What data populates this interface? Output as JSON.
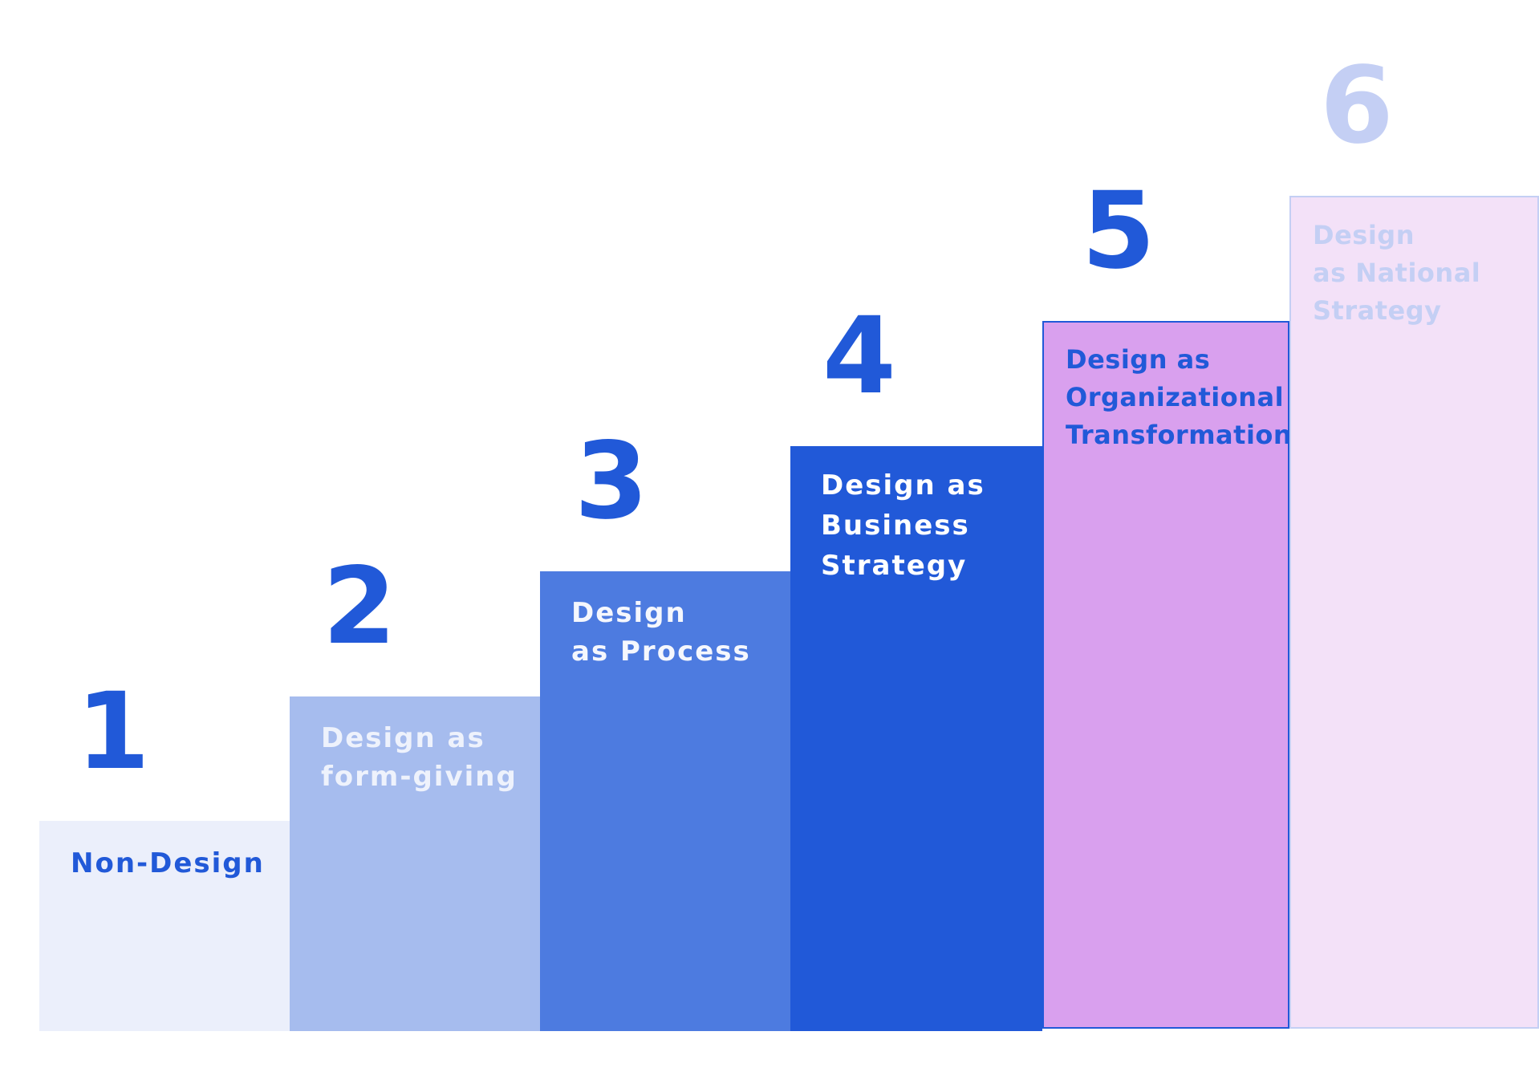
{
  "steps": [
    {
      "number": "1",
      "label": "Non-Design",
      "fill": "#ebeffb",
      "number_color": "#2159d8",
      "label_color": "#2159d8"
    },
    {
      "number": "2",
      "label": "Design as\nform-giving",
      "fill": "#a6bcee",
      "number_color": "#2159d8",
      "label_color": "#eef2fc"
    },
    {
      "number": "3",
      "label": "Design\nas Process",
      "fill": "#4d7be0",
      "number_color": "#2159d8",
      "label_color": "#f5f7fd"
    },
    {
      "number": "4",
      "label": "Design as\nBusiness\nStrategy",
      "fill": "#2159d8",
      "number_color": "#2159d8",
      "label_color": "#ffffff"
    },
    {
      "number": "5",
      "label": "Design as\nOrganizational\nTransformation",
      "fill": "#d9a0ee",
      "number_color": "#2159d8",
      "label_color": "#2159d8"
    },
    {
      "number": "6",
      "label": "Design\nas National\nStrategy",
      "fill": "#f3e1f8",
      "number_color": "#c4cff4",
      "label_color": "#c4cff4"
    }
  ]
}
